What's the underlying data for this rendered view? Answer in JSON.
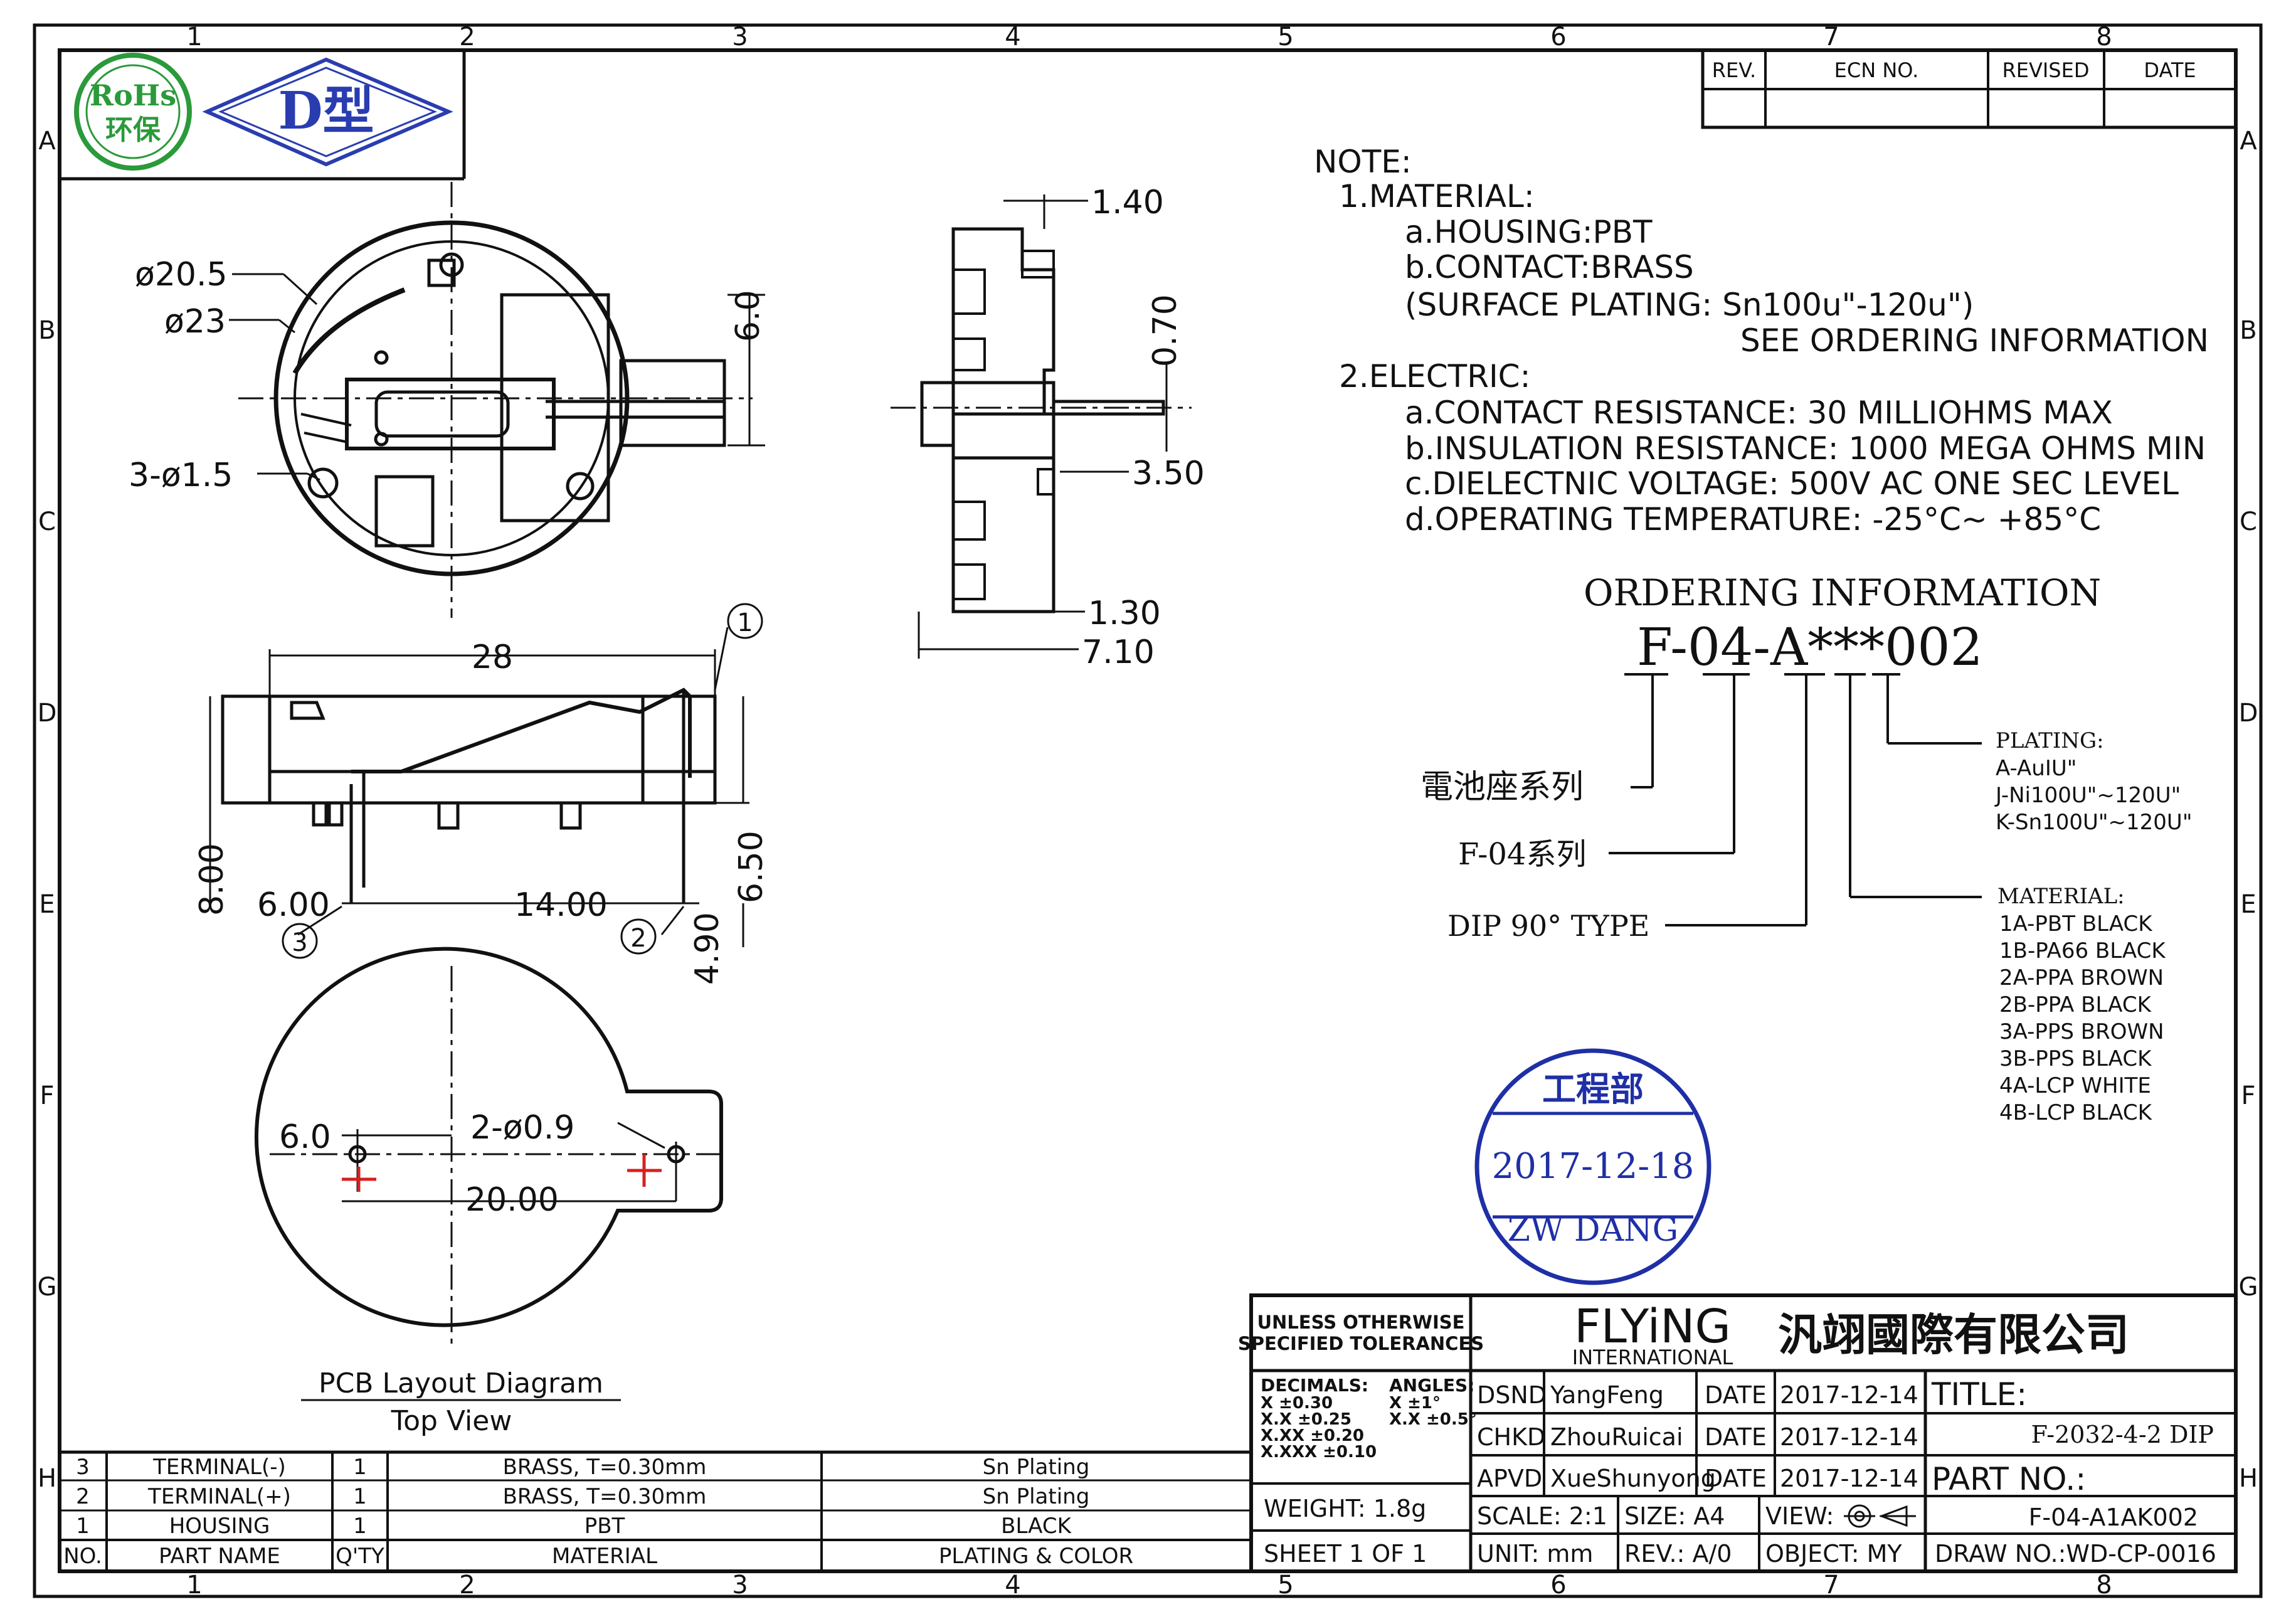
{
  "grid": {
    "columns": [
      "1",
      "2",
      "3",
      "4",
      "5",
      "6",
      "7",
      "8"
    ],
    "rows": [
      "A",
      "B",
      "C",
      "D",
      "E",
      "F",
      "G",
      "H"
    ]
  },
  "logos": {
    "rohs_line1": "RoHs",
    "rohs_line2": "环保",
    "type": "D型"
  },
  "revision_table": {
    "headers": [
      "REV.",
      "ECN NO.",
      "REVISED",
      "DATE"
    ]
  },
  "top_view": {
    "dia_inner": "ø20.5",
    "dia_outer": "ø23",
    "holes": "3-ø1.5",
    "height": "6.0"
  },
  "side_view_right": {
    "d1": "1.40",
    "d2": "0.70",
    "d3": "3.50",
    "d4": "1.30",
    "d5": "7.10"
  },
  "front_view": {
    "width": "28",
    "callout1": "1",
    "callout2": "2",
    "callout3": "3",
    "left_height": "8.00",
    "left_offset": "6.00",
    "pitch": "14.00",
    "right_height": "6.50",
    "pin_len": "4.90"
  },
  "pcb_layout": {
    "offset": "6.0",
    "holes": "2-ø0.9",
    "pitch": "20.00",
    "title": "PCB Layout Diagram",
    "subtitle": "Top View"
  },
  "notes": {
    "heading": "NOTE:",
    "material": "1.MATERIAL:",
    "housing": "a.HOUSING:PBT",
    "contact": "b.CONTACT:BRASS",
    "plating": "(SURFACE PLATING: Sn100u\"-120u\")",
    "see_ordering": "SEE ORDERING INFORMATION",
    "electric": "2.ELECTRIC:",
    "contact_res": "a.CONTACT RESISTANCE: 30 MILLIOHMS MAX",
    "insulation": "b.INSULATION RESISTANCE: 1000 MEGA OHMS MIN",
    "dielectric": "c.DIELECTNIC VOLTAGE: 500V AC ONE SEC LEVEL",
    "temperature": "d.OPERATING TEMPERATURE: -25°C~ +85°C"
  },
  "ordering": {
    "heading": "ORDERING INFORMATION",
    "code": "F-04-A***002",
    "series_cn": "電池座系列",
    "series": "F-04系列",
    "type": "DIP 90° TYPE",
    "plating_head": "PLATING:",
    "plating_items": [
      "A-AuIU\"",
      "J-Ni100U\"~120U\"",
      "K-Sn100U\"~120U\""
    ],
    "material_head": "MATERIAL:",
    "material_items": [
      "1A-PBT BLACK",
      "1B-PA66 BLACK",
      "2A-PPA BROWN",
      "2B-PPA BLACK",
      "3A-PPS BROWN",
      "3B-PPS BLACK",
      "4A-LCP WHITE",
      "4B-LCP BLACK"
    ]
  },
  "stamp": {
    "dept": "工程部",
    "date": "2017-12-18",
    "name": "ZW DANG"
  },
  "stamp_color": "#1f2fa6",
  "logo_color": "#2a3db0",
  "rohs_color": "#2a9a3a",
  "mark_color": "#d62020",
  "title_block": {
    "tol_line1": "UNLESS OTHERWISE",
    "tol_line2": "SPECIFIED TOLERANCES",
    "decimals": "DECIMALS:",
    "angles": "ANGLES:",
    "dec_rows": [
      "X      ±0.30",
      "X.X    ±0.25",
      "X.XX   ±0.20",
      "X.XXX  ±0.10"
    ],
    "ang_rows": [
      "X   ±1°",
      "X.X ±0.5°"
    ],
    "weight": "WEIGHT: 1.8g",
    "sheet": "SHEET 1 OF 1",
    "company": "FLYiNG",
    "company_sub": "INTERNATIONAL",
    "company_cn": "汎翊國際有限公司",
    "dsnd": "DSND",
    "dsnd_name": "YangFeng",
    "chkd": "CHKD",
    "chkd_name": "ZhouRuicai",
    "apvd": "APVD",
    "apvd_name": "XueShunyong",
    "date_label": "DATE",
    "date1": "2017-12-14",
    "date2": "2017-12-14",
    "date3": "2017-12-14",
    "title_label": "TITLE:",
    "title_value": "F-2032-4-2 DIP",
    "part_label": "PART NO.:",
    "part_value": "F-04-A1AK002",
    "scale": "SCALE: 2:1",
    "size": "SIZE: A4",
    "view": "VIEW:",
    "unit": "UNIT: mm",
    "rev": "REV.: A/0",
    "object": "OBJECT: MY",
    "draw_no": "DRAW NO.:WD-CP-0016"
  },
  "bom": {
    "headers": [
      "NO.",
      "PART NAME",
      "Q'TY",
      "MATERIAL",
      "PLATING & COLOR"
    ],
    "rows": [
      [
        "3",
        "TERMINAL(-)",
        "1",
        "BRASS, T=0.30mm",
        "Sn Plating"
      ],
      [
        "2",
        "TERMINAL(+)",
        "1",
        "BRASS, T=0.30mm",
        "Sn Plating"
      ],
      [
        "1",
        "HOUSING",
        "1",
        "PBT",
        "BLACK"
      ]
    ]
  }
}
